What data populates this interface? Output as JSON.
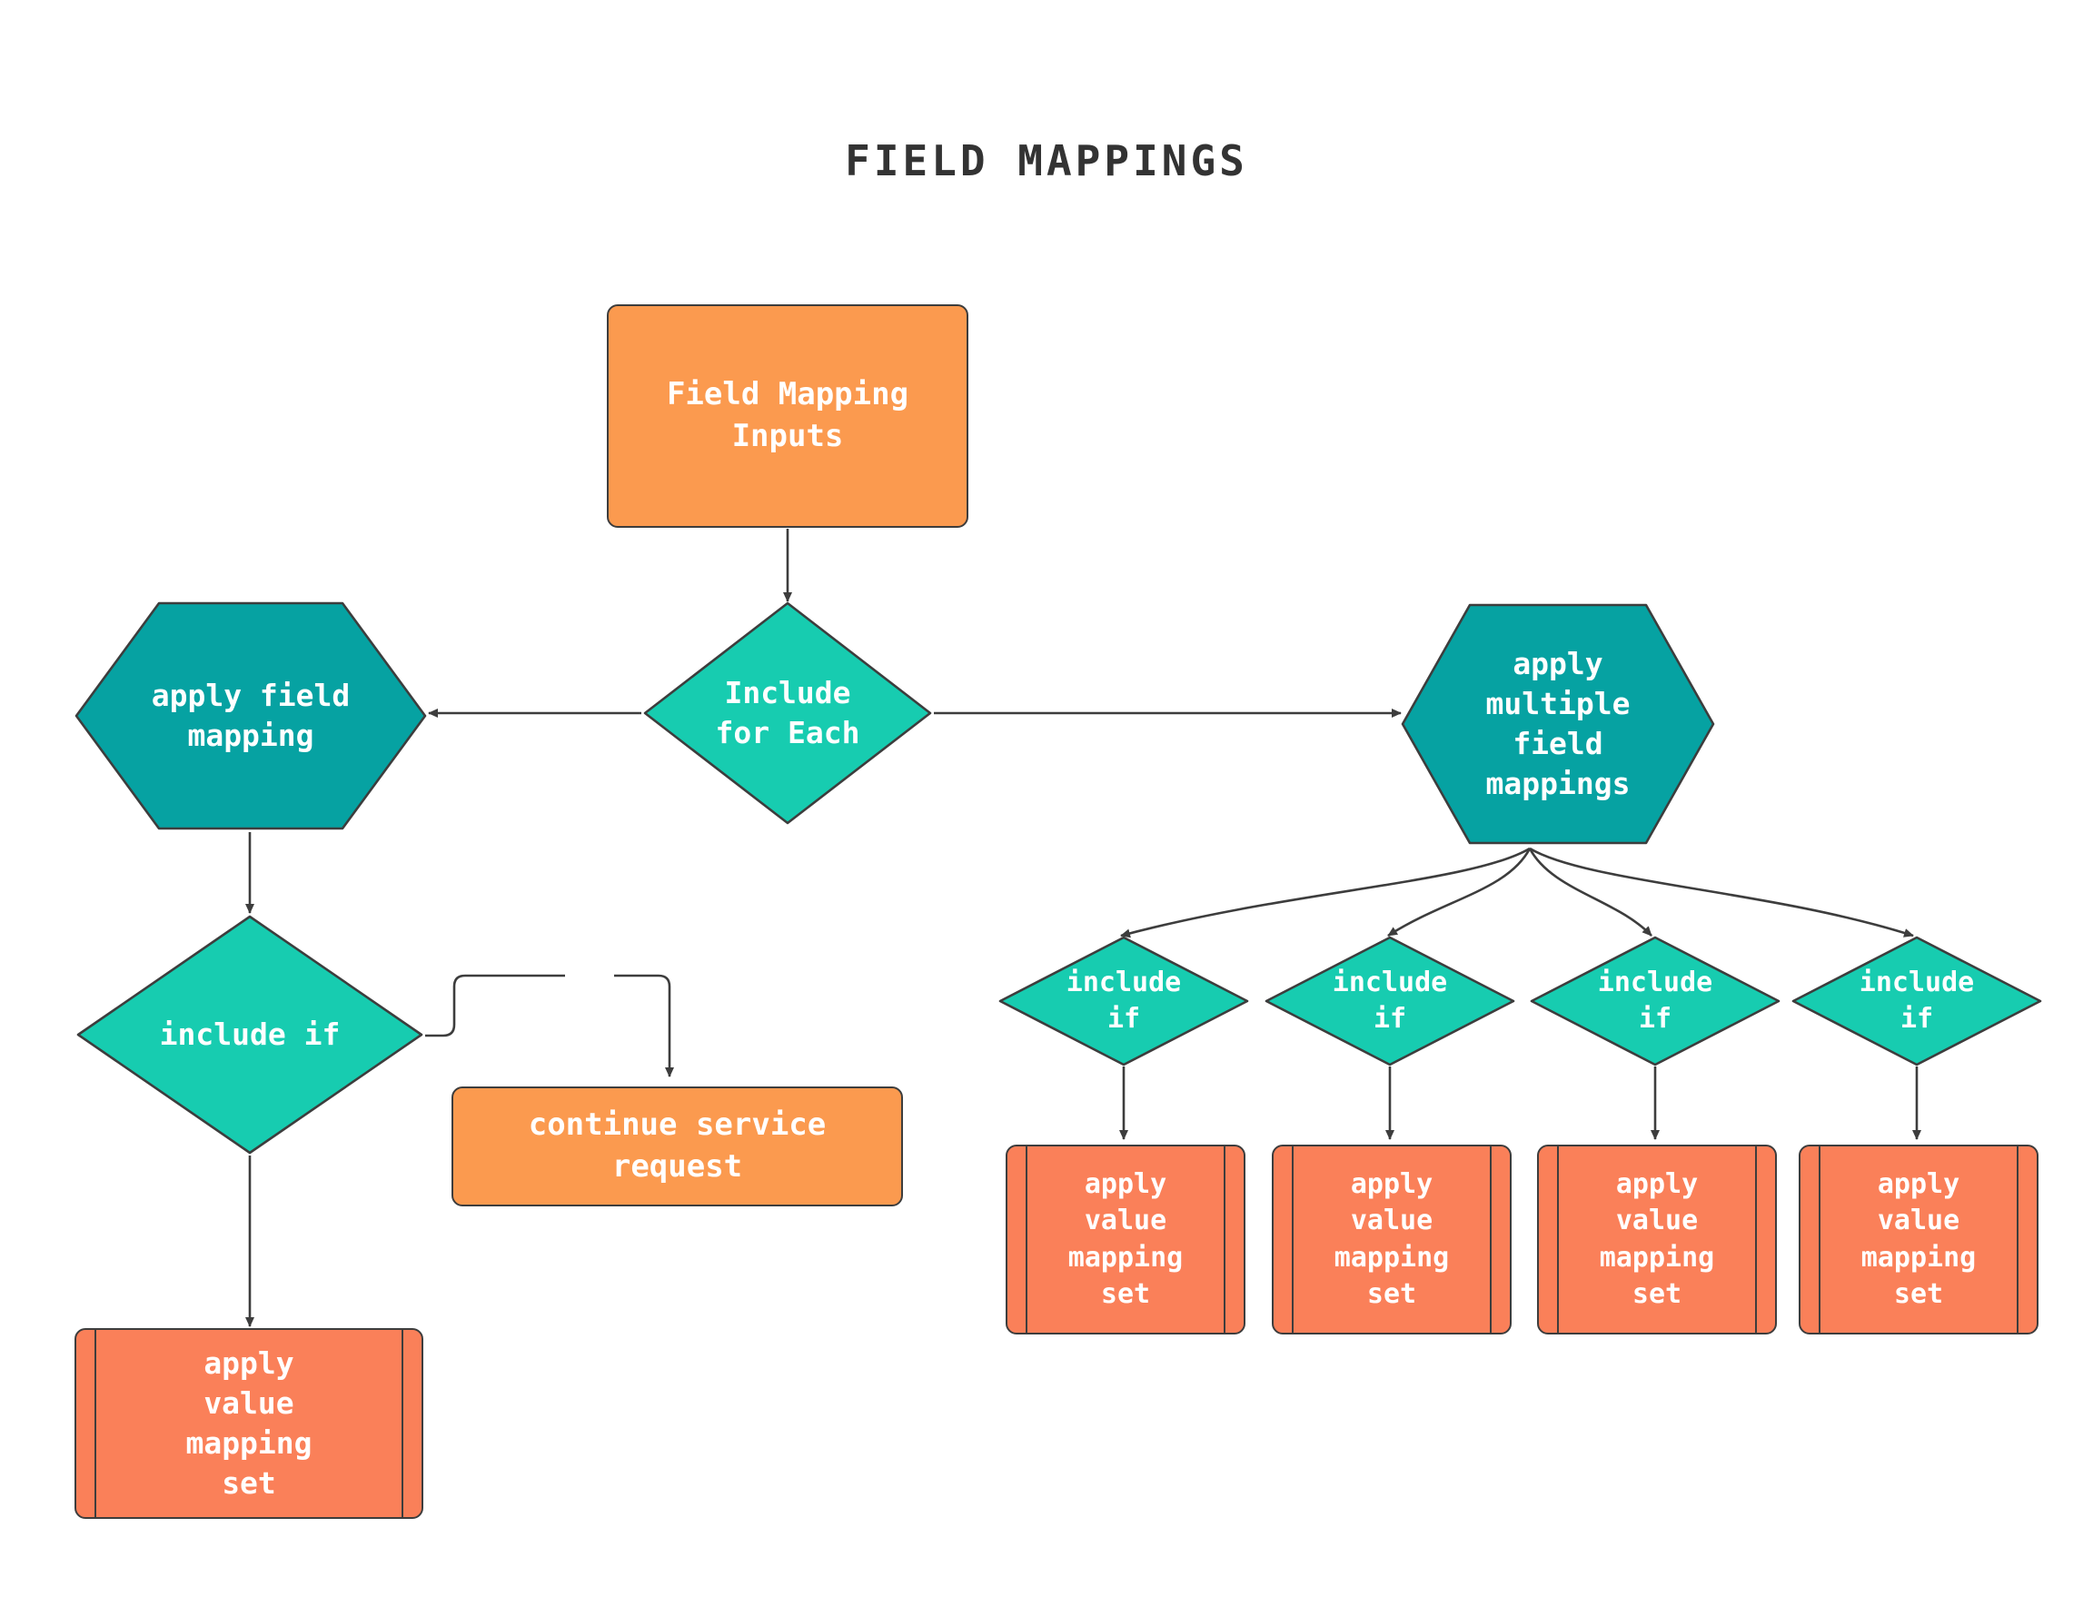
{
  "page": {
    "title": "FIELD MAPPINGS",
    "background": "#ffffff"
  },
  "colors": {
    "process_orange": "#fb9a4f",
    "subroutine_salmon": "#fa8059",
    "hexagon_teal": "#06a2a2",
    "decision_teal": "#17ccb0",
    "stroke": "#3d3d3d",
    "text_on_shape": "#ffffff",
    "title_text": "#333333"
  },
  "nodes": {
    "field_mapping_inputs": {
      "label": "Field Mapping\nInputs",
      "shape": "process",
      "color": "#fb9a4f"
    },
    "include_for_each": {
      "label": "Include\nfor Each",
      "shape": "decision",
      "color": "#17ccb0"
    },
    "apply_field_mapping": {
      "label": "apply field\nmapping",
      "shape": "hexagon",
      "color": "#06a2a2"
    },
    "apply_multiple_field_mappings": {
      "label": "apply\nmultiple\nfield\nmappings",
      "shape": "hexagon",
      "color": "#06a2a2"
    },
    "include_if_left": {
      "label": "include if",
      "shape": "decision",
      "color": "#17ccb0"
    },
    "continue_service_request": {
      "label": "continue service\nrequest",
      "shape": "process",
      "color": "#fb9a4f"
    },
    "apply_value_mapping_set_left": {
      "label": "apply\nvalue\nmapping\nset",
      "shape": "subroutine",
      "color": "#fa8059"
    },
    "include_if_1": {
      "label": "include\nif",
      "shape": "decision",
      "color": "#17ccb0"
    },
    "include_if_2": {
      "label": "include\nif",
      "shape": "decision",
      "color": "#17ccb0"
    },
    "include_if_3": {
      "label": "include\nif",
      "shape": "decision",
      "color": "#17ccb0"
    },
    "include_if_4": {
      "label": "include\nif",
      "shape": "decision",
      "color": "#17ccb0"
    },
    "apply_value_mapping_set_1": {
      "label": "apply\nvalue\nmapping\nset",
      "shape": "subroutine",
      "color": "#fa8059"
    },
    "apply_value_mapping_set_2": {
      "label": "apply\nvalue\nmapping\nset",
      "shape": "subroutine",
      "color": "#fa8059"
    },
    "apply_value_mapping_set_3": {
      "label": "apply\nvalue\nmapping\nset",
      "shape": "subroutine",
      "color": "#fa8059"
    },
    "apply_value_mapping_set_4": {
      "label": "apply\nvalue\nmapping\nset",
      "shape": "subroutine",
      "color": "#fa8059"
    }
  },
  "edges": [
    {
      "from": "field_mapping_inputs",
      "to": "include_for_each",
      "arrow": true
    },
    {
      "from": "include_for_each",
      "to": "apply_field_mapping",
      "arrow": true
    },
    {
      "from": "include_for_each",
      "to": "apply_multiple_field_mappings",
      "arrow": true
    },
    {
      "from": "apply_field_mapping",
      "to": "include_if_left",
      "arrow": true
    },
    {
      "from": "include_if_left",
      "to": "continue_service_request",
      "arrow": true
    },
    {
      "from": "include_if_left",
      "to": "apply_value_mapping_set_left",
      "arrow": true
    },
    {
      "from": "apply_multiple_field_mappings",
      "to": "include_if_1",
      "arrow": true
    },
    {
      "from": "apply_multiple_field_mappings",
      "to": "include_if_2",
      "arrow": true
    },
    {
      "from": "apply_multiple_field_mappings",
      "to": "include_if_3",
      "arrow": true
    },
    {
      "from": "apply_multiple_field_mappings",
      "to": "include_if_4",
      "arrow": true
    },
    {
      "from": "include_if_1",
      "to": "apply_value_mapping_set_1",
      "arrow": true
    },
    {
      "from": "include_if_2",
      "to": "apply_value_mapping_set_2",
      "arrow": true
    },
    {
      "from": "include_if_3",
      "to": "apply_value_mapping_set_3",
      "arrow": true
    },
    {
      "from": "include_if_4",
      "to": "apply_value_mapping_set_4",
      "arrow": true
    }
  ]
}
